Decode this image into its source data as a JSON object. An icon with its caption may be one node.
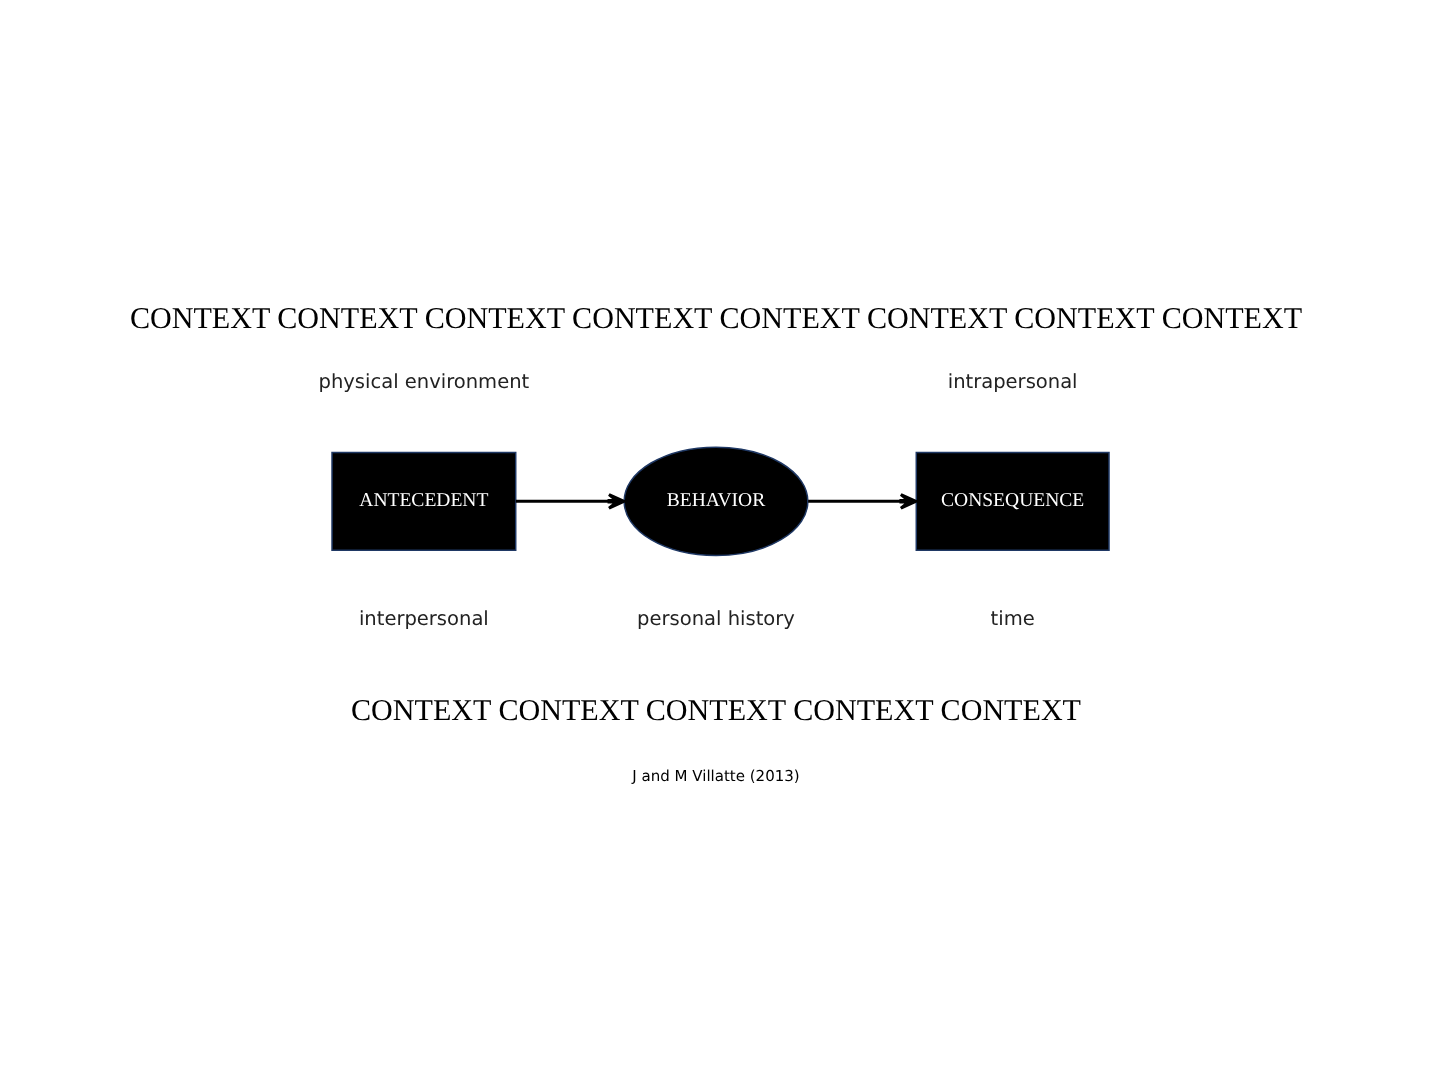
{
  "diagram": {
    "caption": "J and M Villatte (2013)",
    "nodes": [
      {
        "text": [
          "CONTEXT CONTEXT CONTEXT CONTEXT CONTEXT CONTEXT CONTEXT CONTEXT",
          "CONTEXT CONTEXT CONTEXT CONTEXT CONTEXT"
        ]
      },
      {
        "text": [
          "ANTECEDENT"
        ],
        "in": 0
      },
      {
        "text": [
          "BEHAVIOR"
        ],
        "in": 0
      },
      {
        "text": [
          "CONSEQUENCE"
        ],
        "in": 0
      }
    ],
    "edges": [
      {
        "from": 1,
        "to": 2,
        "arrow": "to"
      },
      {
        "from": 2,
        "to": 3,
        "arrow": "to"
      }
    ],
    "labels": [
      "physical environment",
      "intrapersonal",
      "interpersonal",
      "time",
      "personal history"
    ]
  }
}
